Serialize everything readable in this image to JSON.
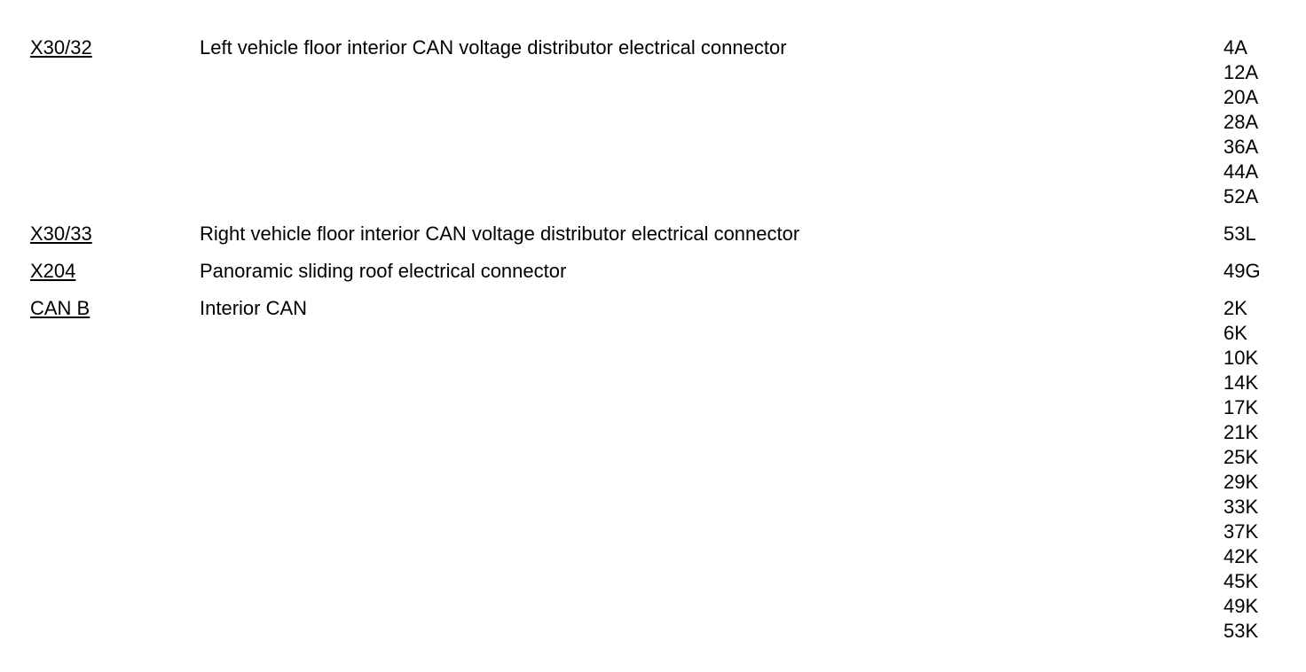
{
  "legend": {
    "rows": [
      {
        "code": "X30/32",
        "description": "Left vehicle floor interior CAN voltage distributor electrical connector",
        "coords": [
          "4A",
          "12A",
          "20A",
          "28A",
          "36A",
          "44A",
          "52A"
        ]
      },
      {
        "code": "X30/33",
        "description": "Right vehicle floor interior CAN voltage distributor electrical connector",
        "coords": [
          "53L"
        ]
      },
      {
        "code": "X204",
        "description": "Panoramic sliding roof electrical connector",
        "coords": [
          "49G"
        ]
      },
      {
        "code": "CAN B",
        "description": "Interior CAN",
        "coords": [
          "2K",
          "6K",
          "10K",
          "14K",
          "17K",
          "21K",
          "25K",
          "29K",
          "33K",
          "37K",
          "42K",
          "45K",
          "49K",
          "53K"
        ]
      }
    ]
  }
}
